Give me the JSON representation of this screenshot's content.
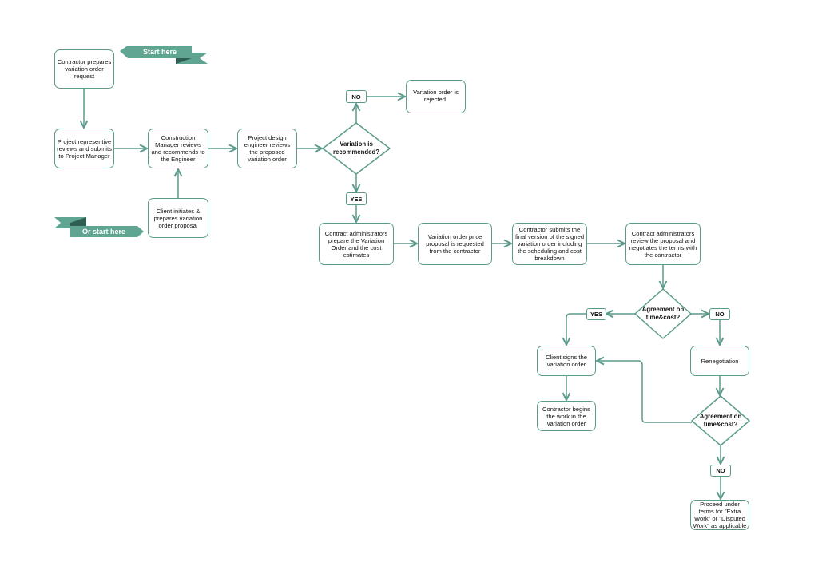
{
  "colors": {
    "stroke": "#5b9b8b",
    "ribbon": "#5fa592",
    "ribbon_dark": "#2f5e52"
  },
  "ribbons": {
    "start": "Start here",
    "or_start": "Or start here"
  },
  "nodes": {
    "contractor_prepares": "Contractor prepares variation order request",
    "project_rep": "Project representive reviews and submits to Project Manager",
    "construction_manager": "Construction Manager reviews and recommends to the Engineer",
    "design_engineer": "Project design engineer reviews the proposed variation order",
    "client_initiates": "Client initiates & prepares variation order proposal",
    "rejected": "Variation order is rejected.",
    "contract_admin_prepare": "Contract administrators prepare the Variation Order and the cost estimates",
    "price_proposal": "Variation order price proposal is requested from the contractor",
    "contractor_submits": "Contractor submits the final version of the signed variation order including the scheduling and cost breakdown",
    "contract_admin_review": "Contract administrators review the proposal and negotiates the terms with the contractor",
    "client_signs": "Client signs the variation order",
    "renegotiation": "Renegotiation",
    "contractor_begins": "Contractor begins the work in the variation order",
    "proceed": "Proceed under terms for \"Extra Work\" or \"Disputed Work\" as applicable"
  },
  "decisions": {
    "variation_recommended": "Variation is recommended?",
    "agreement_1": "Agreement on time&cost?",
    "agreement_2": "Agreement on time&cost?"
  },
  "labels": {
    "no_1": "NO",
    "yes_1": "YES",
    "yes_2": "YES",
    "no_2": "NO",
    "no_3": "NO"
  }
}
